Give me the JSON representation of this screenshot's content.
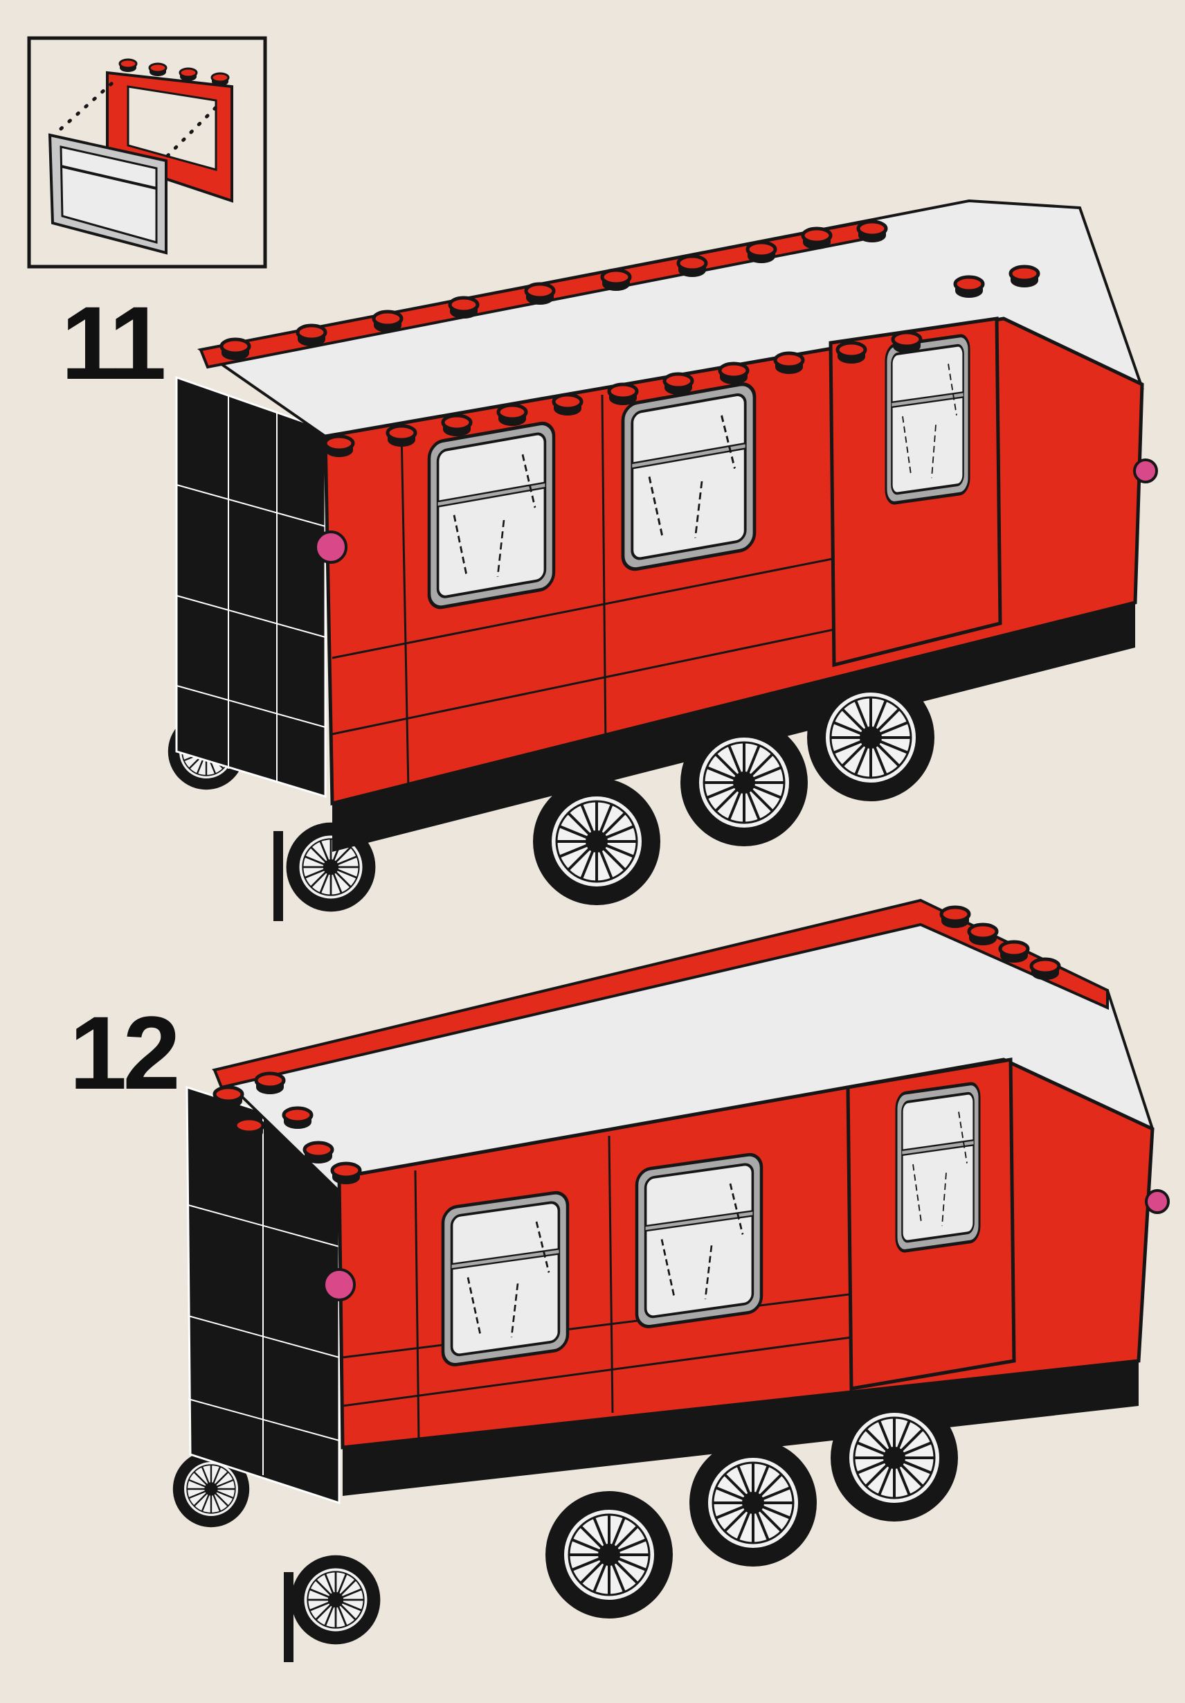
{
  "steps": [
    {
      "number": "11"
    },
    {
      "number": "12"
    }
  ],
  "inset": {
    "parts": [
      "red-window-frame-1x4x3",
      "glass-pane"
    ]
  },
  "colors": {
    "paper": "#ece6dc",
    "brick_red": "#e32b1c",
    "black": "#161616",
    "glass": "#e8e8e8",
    "frame_gray": "#a9a9a9",
    "buffer_pink": "#d9498a"
  }
}
